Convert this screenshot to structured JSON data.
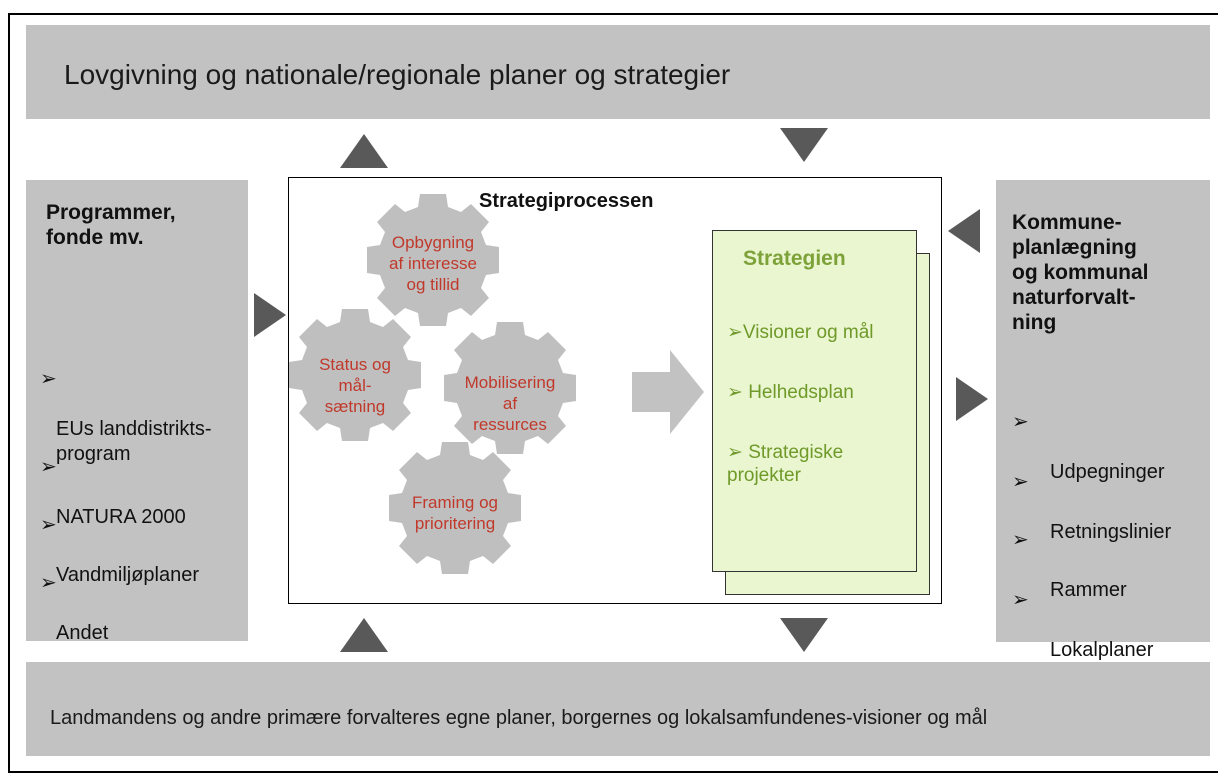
{
  "top_banner": "Lovgivning  og nationale/regionale planer og strategier",
  "bottom_banner": "Landmandens og andre primære forvalteres egne planer, borgernes og lokalsamfundenes-visioner og mål",
  "left_panel": {
    "title": "Programmer,\nfonde mv.",
    "bullet": "➢",
    "items": [
      "EUs landdistrikts-\nprogram",
      "NATURA 2000",
      " Vandmiljøplaner",
      "Andet"
    ]
  },
  "right_panel": {
    "title": "Kommune-\nplanlægning\nog kommunal\nnaturforvalt-\nning",
    "bullet": "➢",
    "items": [
      "Udpegninger",
      "Retningslinier",
      "Rammer",
      "Lokalplaner"
    ]
  },
  "center": {
    "title": "Strategiprocessen",
    "gears": [
      "Opbygning\naf interesse\nog tillid",
      "Status og\nmål-\nsætning",
      "Mobilisering\naf\nressurces",
      "Framing og\nprioritering"
    ]
  },
  "document": {
    "title": "Strategien",
    "items": [
      "➢Visioner og mål",
      "➢ Helhedsplan",
      "➢ Strategiske\n   projekter"
    ]
  },
  "colors": {
    "banner_gray": "#c2c2c2",
    "arrow_dark": "#595959",
    "gear_gray": "#bfbfbf",
    "gear_text_red": "#c0392b",
    "doc_green_bg": "#eaf6cf",
    "doc_green_text": "#7ea23a"
  }
}
